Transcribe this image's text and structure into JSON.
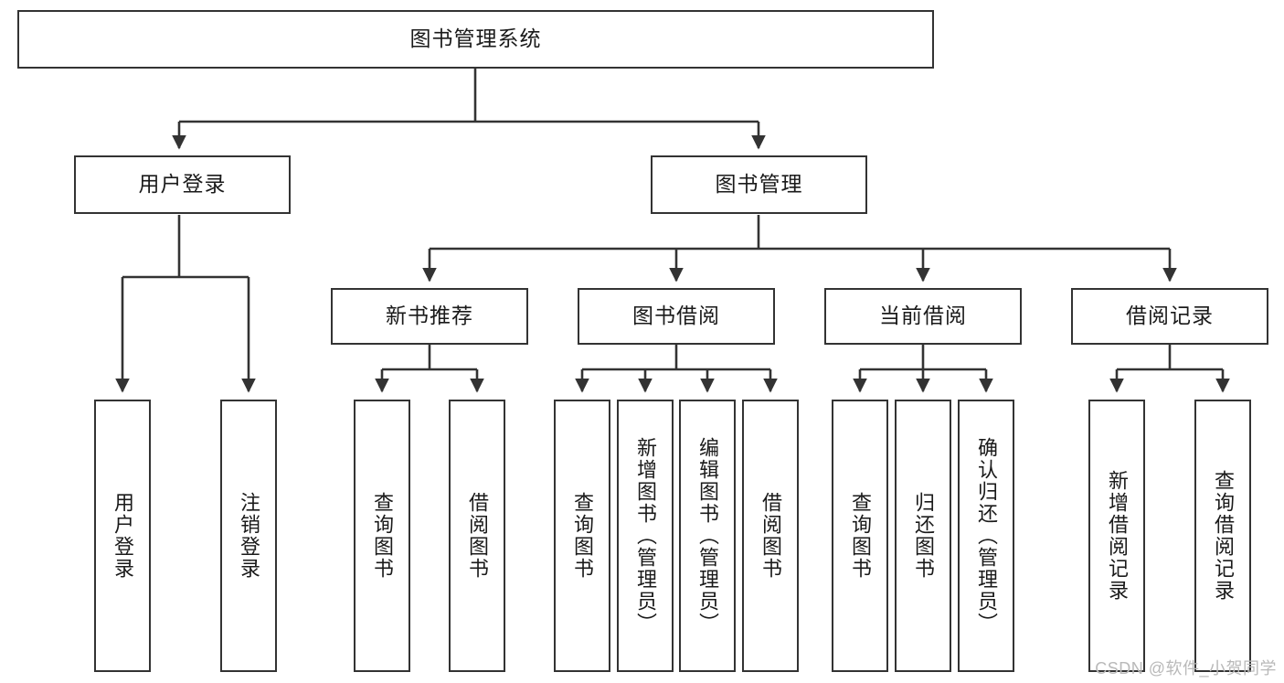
{
  "diagram": {
    "title": "图书管理系统",
    "type": "tree-hierarchy-chart",
    "colors": {
      "box_stroke": "#333333",
      "box_fill": "#ffffff",
      "connector": "#333333",
      "text": "#1a1a1a",
      "watermark": "#b9b9b9",
      "background": "#ffffff"
    },
    "watermark": "CSDN @软件_小贺同学",
    "nodes": {
      "root": {
        "label": "图书管理系统"
      },
      "level2": [
        {
          "label": "用户登录"
        },
        {
          "label": "图书管理"
        }
      ],
      "level3": [
        {
          "label": "新书推荐"
        },
        {
          "label": "图书借阅"
        },
        {
          "label": "当前借阅"
        },
        {
          "label": "借阅记录"
        }
      ],
      "leaves": {
        "user_login": [
          {
            "label": "用户登录"
          },
          {
            "label": "注销登录"
          }
        ],
        "new_book_recommend": [
          {
            "label": "查询图书"
          },
          {
            "label": "借阅图书"
          }
        ],
        "book_borrow": [
          {
            "label": "查询图书"
          },
          {
            "label": "新增图书（管理员）"
          },
          {
            "label": "编辑图书（管理员）"
          },
          {
            "label": "借阅图书"
          }
        ],
        "current_borrow": [
          {
            "label": "查询图书"
          },
          {
            "label": "归还图书"
          },
          {
            "label": "确认归还（管理员）"
          }
        ],
        "borrow_record": [
          {
            "label": "新增借阅记录"
          },
          {
            "label": "查询借阅记录"
          }
        ]
      }
    }
  }
}
